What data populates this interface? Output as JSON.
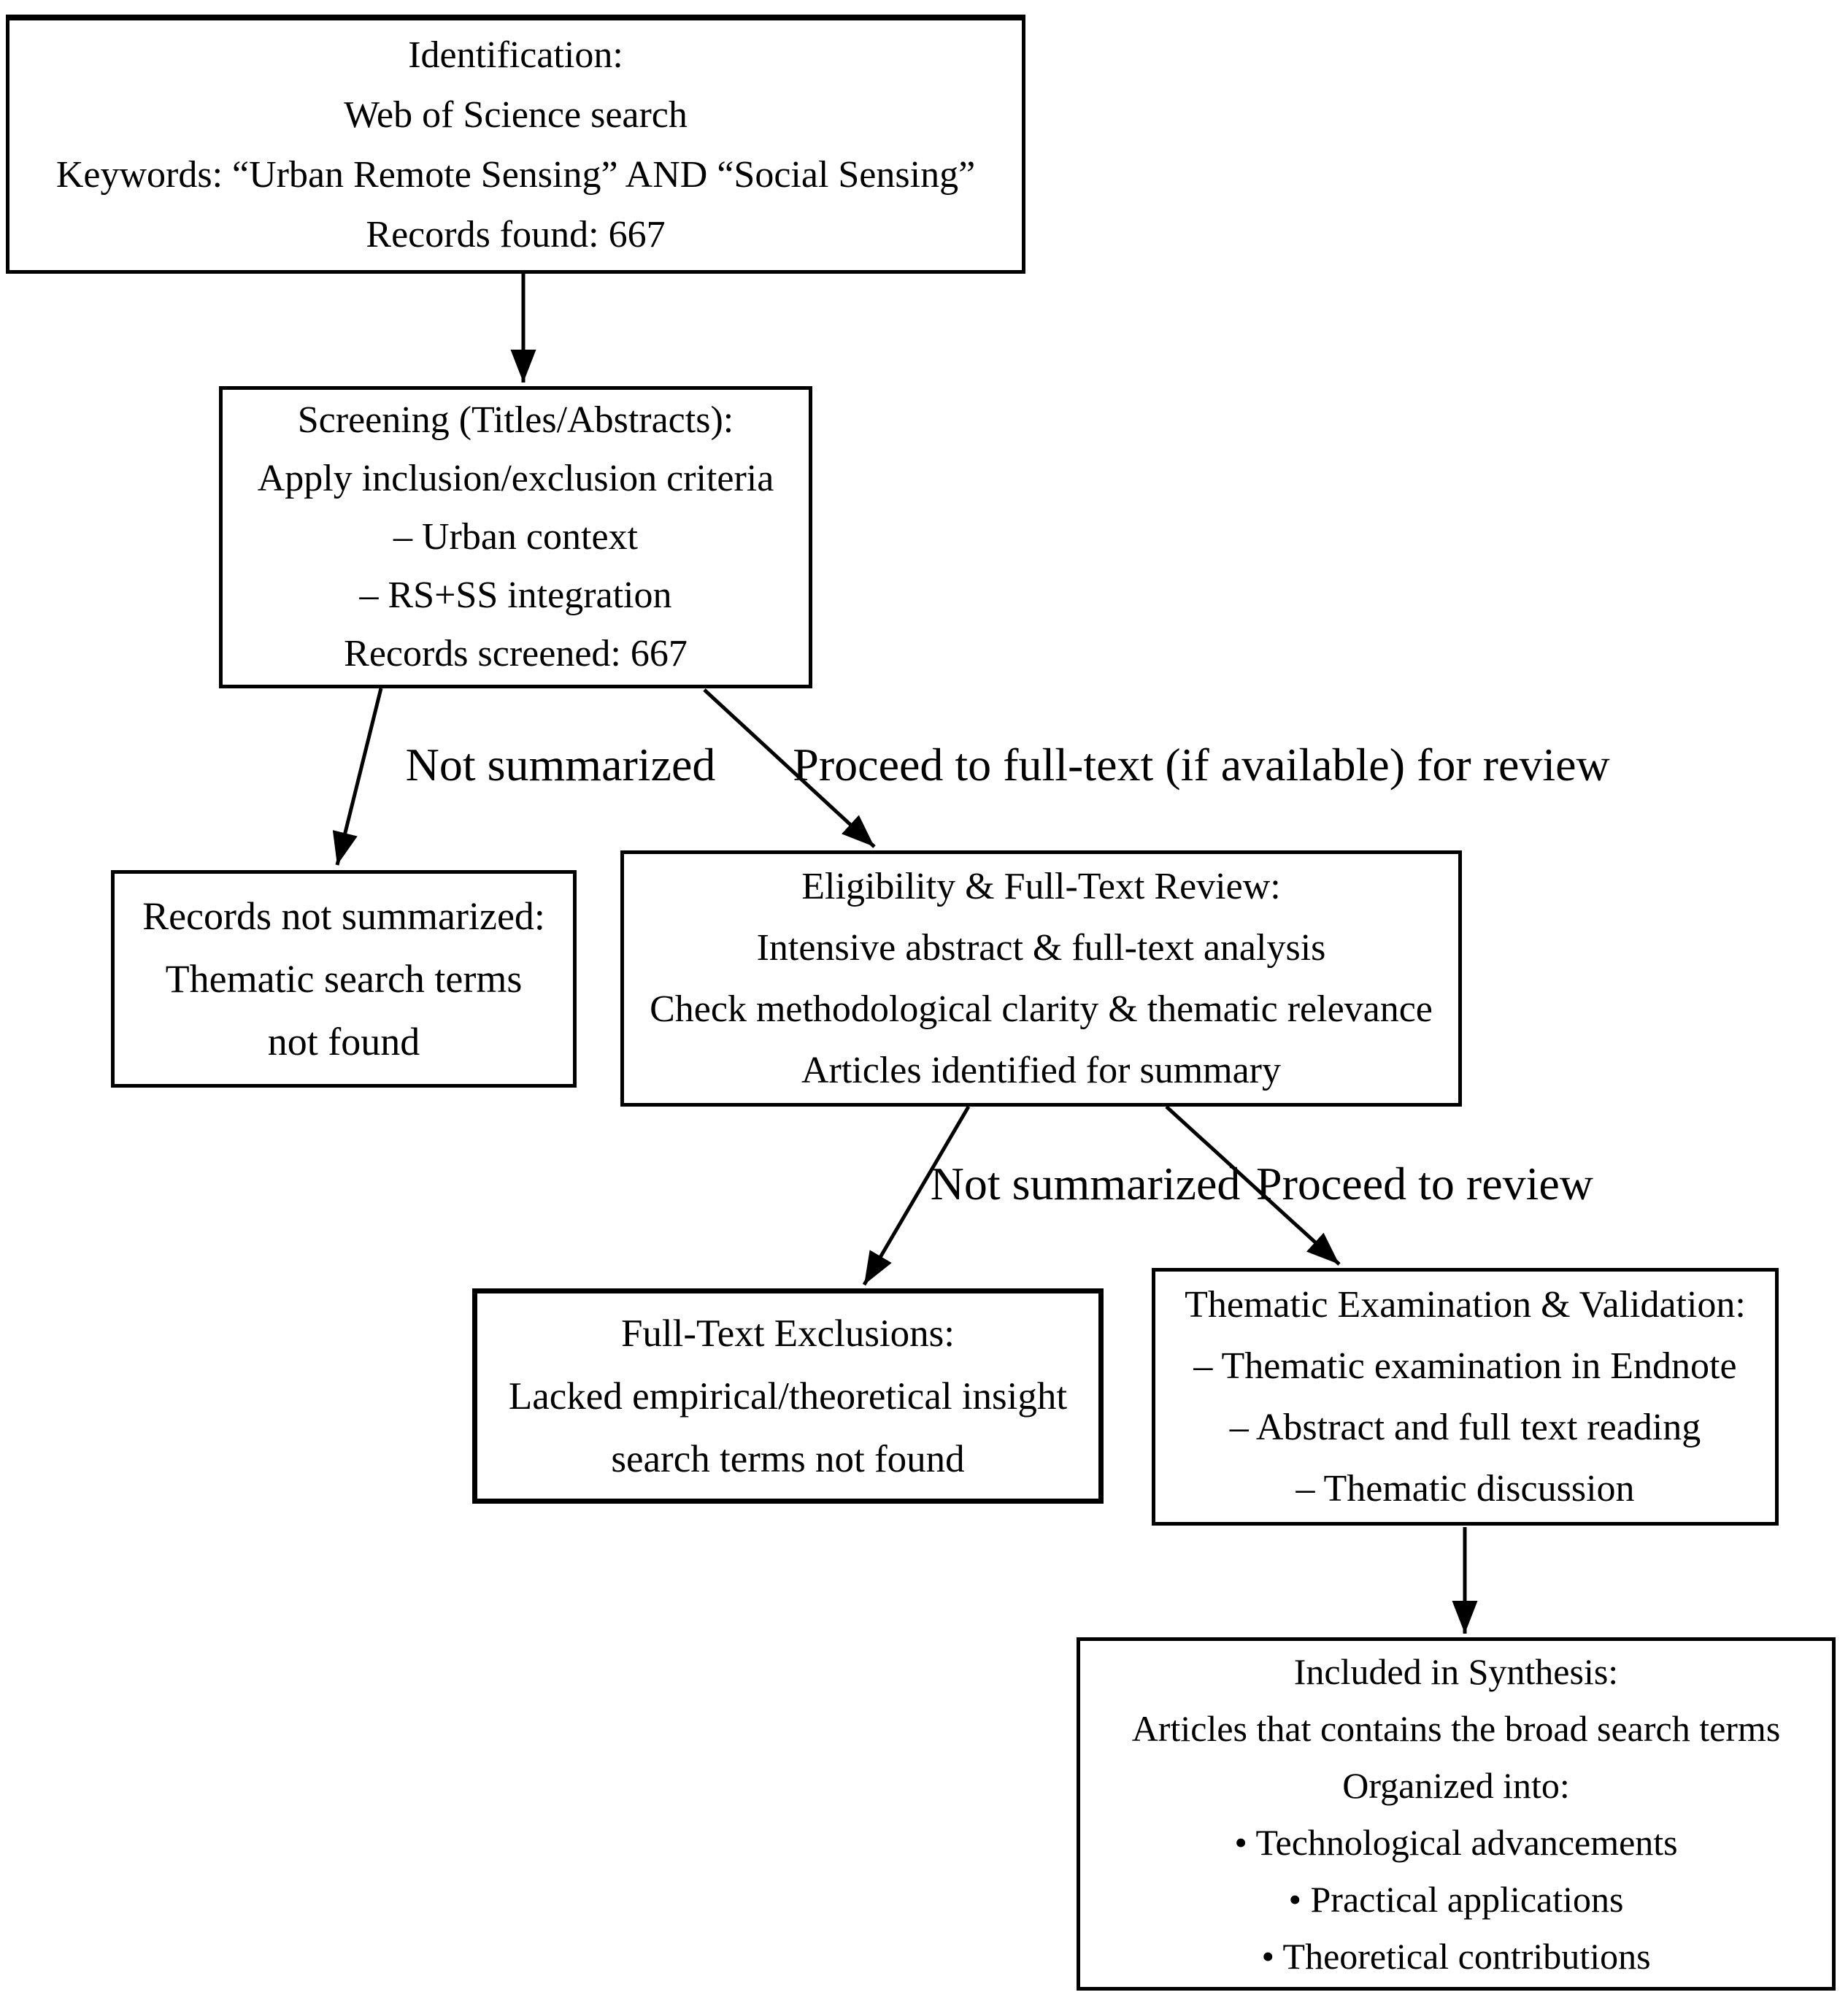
{
  "figure": {
    "background_color": "#ffffff",
    "line_color": "#000000",
    "text_color": "#000000"
  },
  "boxes": {
    "identification": {
      "lines": [
        "Identification:",
        "Web of Science search",
        "Keywords: “Urban Remote Sensing” AND “Social Sensing”",
        "Records found: 667"
      ]
    },
    "screening": {
      "lines": [
        "Screening (Titles/Abstracts):",
        "Apply inclusion/exclusion criteria",
        "– Urban context",
        "– RS+SS integration",
        "Records screened: 667"
      ]
    },
    "records_not_summarized": {
      "lines": [
        "Records not summarized:",
        "Thematic search terms",
        "not found"
      ]
    },
    "eligibility": {
      "lines": [
        "Eligibility & Full-Text Review:",
        "Intensive abstract & full-text analysis",
        "Check methodological clarity & thematic relevance",
        "Articles identified for summary"
      ]
    },
    "full_text_exclusions": {
      "lines": [
        "Full-Text Exclusions:",
        "Lacked empirical/theoretical insight",
        "search terms not found"
      ]
    },
    "thematic_examination": {
      "lines": [
        "Thematic Examination & Validation:",
        "– Thematic examination in Endnote",
        "– Abstract and full text reading",
        "– Thematic discussion"
      ]
    },
    "included_in_synthesis": {
      "lines": [
        "Included in Synthesis:",
        "Articles that contains the broad search terms",
        "Organized into:",
        "• Technological advancements",
        "• Practical applications",
        "• Theoretical contributions"
      ]
    }
  },
  "edge_labels": {
    "not_summarized_1": "Not summarized",
    "proceed_full_text": "Proceed to full-text (if available) for review",
    "not_summarized_2": "Not summarized",
    "proceed_review": "Proceed to review"
  }
}
